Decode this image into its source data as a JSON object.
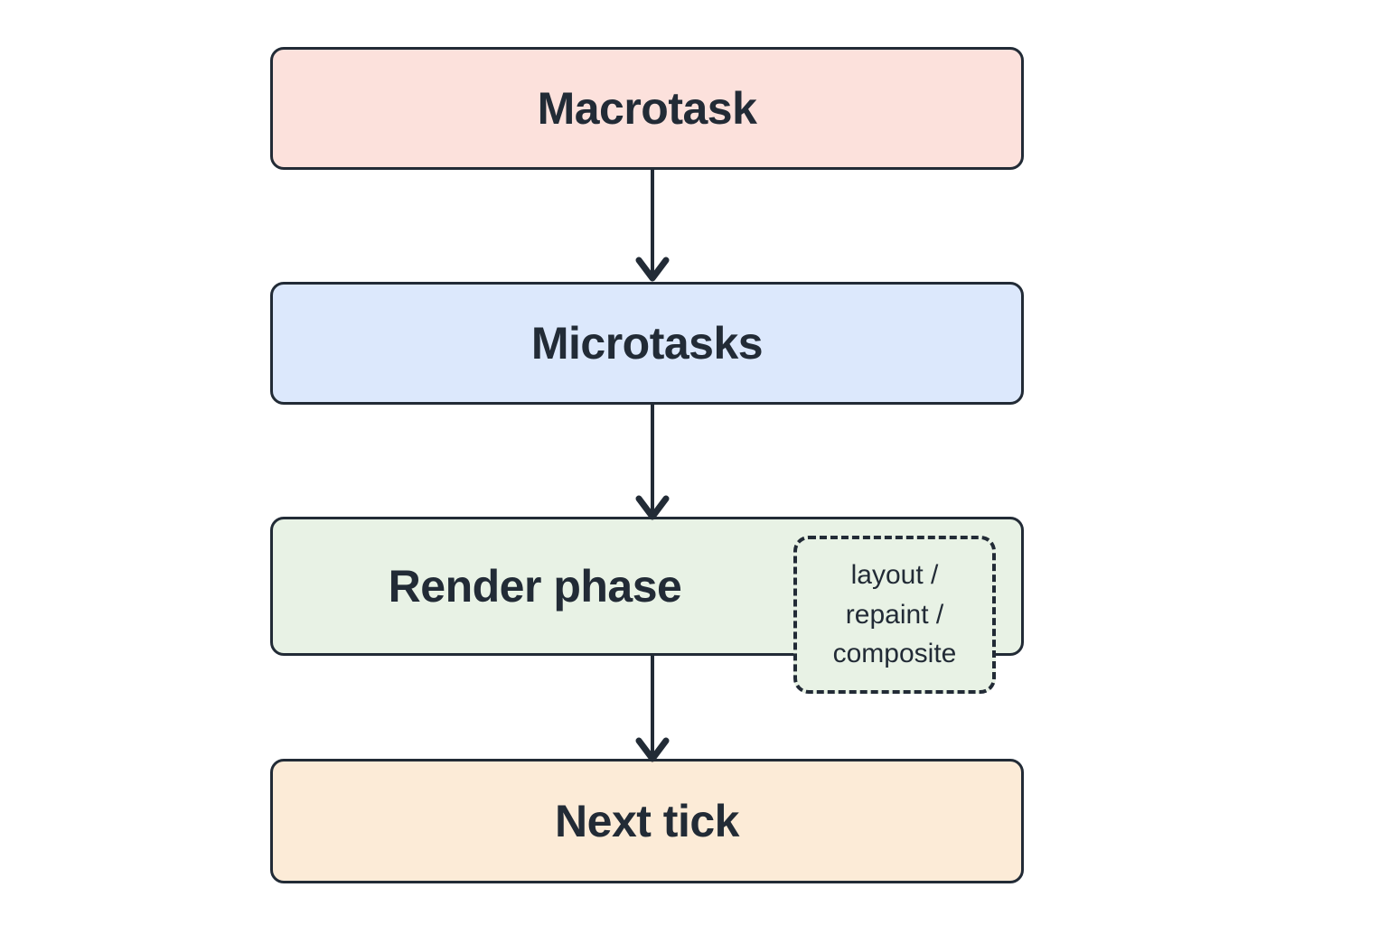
{
  "diagram": {
    "type": "flowchart",
    "orientation": "vertical",
    "background_color": "#ffffff",
    "stroke_color": "#222b36",
    "text_color": "#222b36",
    "nodes": [
      {
        "id": "macrotask",
        "label": "Macrotask",
        "fill": "#fce1dc",
        "shape": "rounded-rectangle"
      },
      {
        "id": "microtasks",
        "label": "Microtasks",
        "fill": "#dce8fc",
        "shape": "rounded-rectangle"
      },
      {
        "id": "render_phase",
        "label": "Render phase",
        "fill": "#e8f2e5",
        "shape": "rounded-rectangle"
      },
      {
        "id": "next_tick",
        "label": "Next tick",
        "fill": "#fcebd7",
        "shape": "rounded-rectangle"
      }
    ],
    "note": {
      "id": "render_detail",
      "attached_to": "render_phase",
      "fill": "#e8f2e5",
      "border_style": "dashed",
      "lines": [
        "layout /",
        "repaint /",
        "composite"
      ]
    },
    "edges": [
      {
        "from": "macrotask",
        "to": "microtasks",
        "arrow": "open-v"
      },
      {
        "from": "microtasks",
        "to": "render_phase",
        "arrow": "open-v"
      },
      {
        "from": "render_phase",
        "to": "next_tick",
        "arrow": "open-v"
      }
    ]
  }
}
